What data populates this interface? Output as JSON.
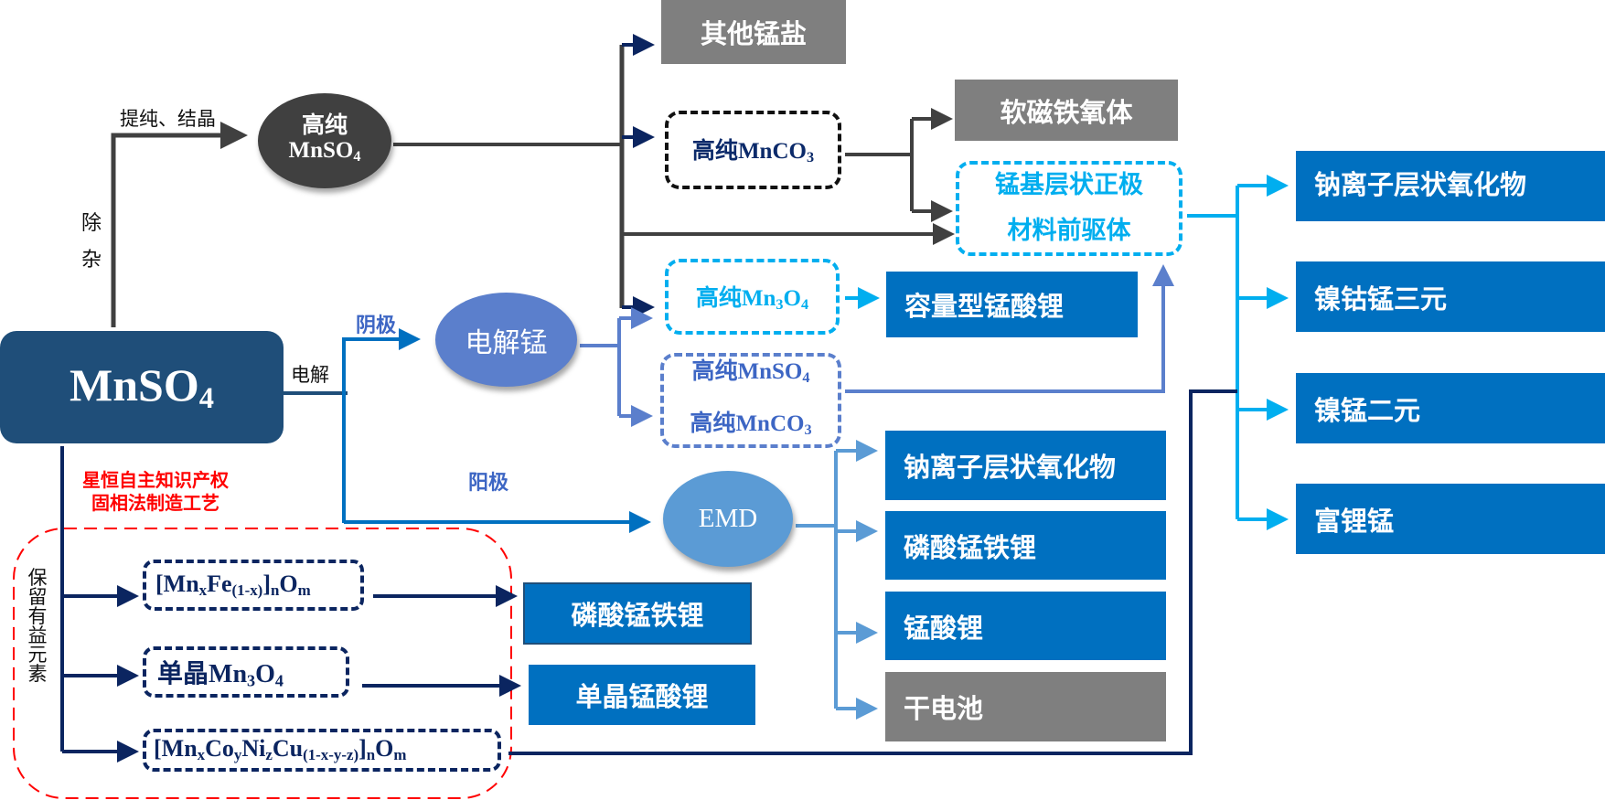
{
  "colors": {
    "dark_gray": "#404040",
    "navy": "#0b2560",
    "source_box": "#1f4e79",
    "solid_blue": "#0070c0",
    "solid_gray": "#7f7f7f",
    "cyan": "#00aeef",
    "mid_blue": "#5b7fcc",
    "emd_blue": "#5b9bd5",
    "red": "#ff0000"
  },
  "source": {
    "formula": "MnSO",
    "sub": "4"
  },
  "edges": {
    "purify": "除杂",
    "purify_chars": [
      "除",
      "杂"
    ],
    "crystallize": "提纯、结晶",
    "electrolysis": "电解",
    "cathode": "阴极",
    "anode": "阳极",
    "retain_elements": "保留有益元素",
    "retain_chars": [
      "保",
      "留",
      "有",
      "益",
      "元",
      "素"
    ]
  },
  "ip_note": {
    "line1": "星恒自主知识产权",
    "line2": "固相法制造工艺"
  },
  "nodes": {
    "hp_mnso4_ellipse": {
      "line1": "高纯",
      "line2": "MnSO",
      "sub": "4"
    },
    "electrolytic_mn": {
      "label": "电解锰"
    },
    "emd": {
      "label": "EMD"
    },
    "other_mn_salts": {
      "label": "其他锰盐"
    },
    "hp_mnco3": {
      "prefix": "高纯",
      "formula": "MnCO",
      "sub": "3"
    },
    "soft_ferrite": {
      "label": "软磁铁氧体"
    },
    "mn_layered_precursor": {
      "line1": "锰基层状正极",
      "line2": "材料前驱体"
    },
    "hp_mn3o4": {
      "prefix": "高纯",
      "formula": "Mn",
      "sub1": "3",
      "mid": "O",
      "sub2": "4"
    },
    "capacity_limn2o4": {
      "label": "容量型锰酸锂"
    },
    "hp_mnso4_mnco3": {
      "line1_prefix": "高纯",
      "line1_formula": "MnSO",
      "line1_sub": "4",
      "line2_prefix": "高纯",
      "line2_formula": "MnCO",
      "line2_sub": "3"
    },
    "solid_phase_fe": {
      "text": "[Mn",
      "x": "x",
      "fe": "Fe",
      "sub_fe": "(1-x)",
      "close": "]",
      "n": "n",
      "o": "O",
      "m": "m"
    },
    "single_crystal_mn3o4": {
      "prefix": "单晶",
      "formula": "Mn",
      "sub1": "3",
      "mid": "O",
      "sub2": "4"
    },
    "solid_phase_multi": {
      "text": "[Mn",
      "x": "x",
      "co": "Co",
      "y": "y",
      "ni": "Ni",
      "z": "z",
      "cu": "Cu",
      "sub_cu": "(1-x-y-z)",
      "close": "]",
      "n": "n",
      "o": "O",
      "m": "m"
    },
    "lmfp_solid": {
      "label": "磷酸锰铁锂"
    },
    "single_crystal_lmo": {
      "label": "单晶锰酸锂"
    }
  },
  "emd_products": [
    {
      "label": "钠离子层状氧化物",
      "style": "blue"
    },
    {
      "label": "磷酸锰铁锂",
      "style": "blue"
    },
    {
      "label": "锰酸锂",
      "style": "blue"
    },
    {
      "label": "干电池",
      "style": "gray"
    }
  ],
  "layered_products": [
    {
      "label": "钠离子层状氧化物"
    },
    {
      "label": "镍钴锰三元"
    },
    {
      "label": "镍锰二元"
    },
    {
      "label": "富锂锰"
    }
  ]
}
